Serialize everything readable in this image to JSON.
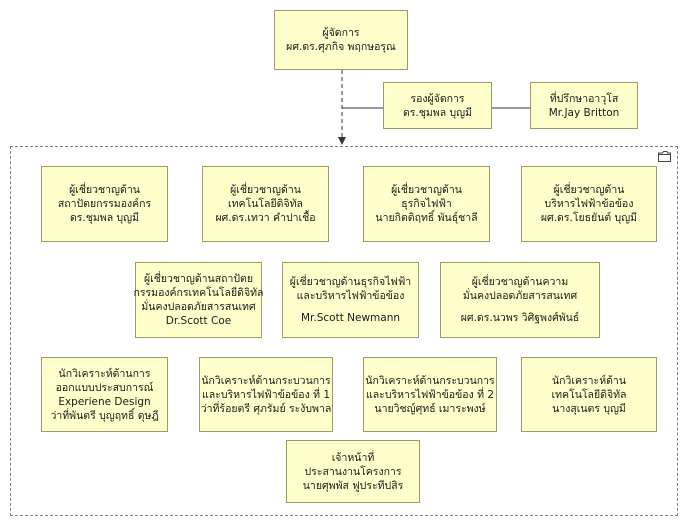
{
  "top": {
    "manager": [
      "ผู้จัดการ",
      "ผศ.ดร.ศุภกิจ พฤกษอรุณ"
    ],
    "deputy": [
      "รองผู้จัดการ",
      "ดร.ชุมพล บุญมี"
    ],
    "advisor": [
      "ที่ปรึกษาอาวุโส",
      "Mr.Jay Britton"
    ]
  },
  "row1": [
    [
      "ผู้เชี่ยวชาญด้าน",
      "สถาปัตยกรรมองค์กร",
      "ดร.ชุมพล บุญมี"
    ],
    [
      "ผู้เชี่ยวชาญด้าน",
      "เทคโนโลยีดิจิทัล",
      "ผศ.ดร.เทวา คำปาเชื้อ"
    ],
    [
      "ผู้เชี่ยวชาญด้าน",
      "ธุรกิจไฟฟ้า",
      "นายกิตติฤทธิ์ พันธุ์ชาลี"
    ],
    [
      "ผู้เชี่ยวชาญด้าน",
      "บริหารไฟฟ้าข้อข้อง",
      "ผศ.ดร.โยธยันต์ บุญมี"
    ]
  ],
  "row2": [
    [
      "ผู้เชี่ยวชาญด้านสถาปัตย",
      "กรรมองค์กรเทคโนโลยีดิจิทัล",
      "มั่นคงปลอดภัยสารสนเทศ",
      "Dr.Scott Coe"
    ],
    [
      "ผู้เชี่ยวชาญด้านธุรกิจไฟฟ้า",
      "และบริหารไฟฟ้าข้อข้อง",
      "",
      "Mr.Scott Newmann"
    ],
    [
      "ผู้เชี่ยวชาญด้านความ",
      "มั่นคงปลอดภัยสารสนเทศ",
      "",
      "ผศ.ดร.นวพร วิศิฐพงศ์พันธ์"
    ]
  ],
  "row3": [
    [
      "นักวิเคราะห์ด้านการ",
      "ออกแบบประสบการณ์",
      "Experiene Design",
      "ว่าที่พันตรี บุญฤทธิ์ ดุษฎี"
    ],
    [
      "นักวิเคราะห์ด้านกระบวนการ",
      "และบริหารไฟฟ้าข้อข้อง ที่ 1",
      "ว่าที่ร้อยตรี ศุภรัมย์ ระงับพาล"
    ],
    [
      "นักวิเคราะห์ด้านกระบวนการ",
      "และบริหารไฟฟ้าข้อข้อง ที่ 2",
      "นายวิชญ์ศุทธ์ เมาระพงษ์"
    ],
    [
      "นักวิเคราะห์ด้าน",
      "เทคโนโลยีดิจิทัล",
      "นางสุเนตร บุญมี"
    ]
  ],
  "row4": [
    "เจ้าหน้าที่",
    "ประสานงานโครงการ",
    "นายศุพพัส ฟูประทีปสิร"
  ],
  "colors": {
    "box_fill": "#ffffcc",
    "box_border": "#9a9a6a",
    "line": "#333333",
    "frame": "#808080"
  },
  "icons": {
    "group": "folder-icon"
  }
}
